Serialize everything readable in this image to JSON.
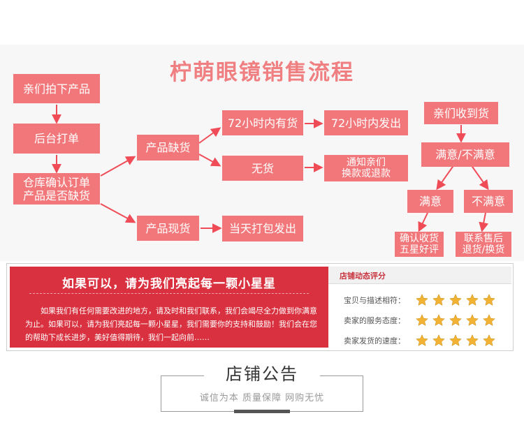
{
  "flow": {
    "title": "柠萌眼镜销售流程",
    "steps": {
      "order": "亲们拍下产品",
      "backend": "后台打单",
      "warehouse_l1": "仓库确认订单",
      "warehouse_l2": "产品是否缺货",
      "out_of_stock": "产品缺货",
      "in_stock": "产品现货",
      "restock_72h": "72小时内有货",
      "ship_72h": "72小时内发出",
      "no_stock": "无货",
      "notify_l1": "通知亲们",
      "notify_l2": "换款或退款",
      "ship_today": "当天打包发出",
      "received": "亲们收到货",
      "satisfied_or_not": "满意/不满意",
      "satisfied": "满意",
      "unsatisfied": "不满意",
      "confirm_l1": "确认收货",
      "confirm_l2": "五星好评",
      "contact_l1": "联系售后",
      "contact_l2": "退货/换货"
    },
    "box_color": "#f1777a",
    "arrow_color": "#ef4c57"
  },
  "rating": {
    "headline": "如果可以，请为我们亮起每一颗小星星",
    "body": "如果我们有任何需要改进的地方，请及时和我们联系，我们会竭尽全力做到你满意为止。如果可以，请为我们亮起每一颗小星星，我们需要你的支持和鼓励！我们会在您的帮助下成长进步，美好值得期待，我们一起向前……",
    "panel_title": "店铺动态评分",
    "rows": [
      {
        "label": "宝贝与描述相符：",
        "stars": 5
      },
      {
        "label": "卖家的服务态度：",
        "stars": 5
      },
      {
        "label": "卖家发货的速度：",
        "stars": 5
      }
    ],
    "accent": "#d9313f",
    "star_color": "#f2b233"
  },
  "notice": {
    "title": "店铺公告",
    "subtitle": "诚信为本 质量保障 网购无忧"
  }
}
